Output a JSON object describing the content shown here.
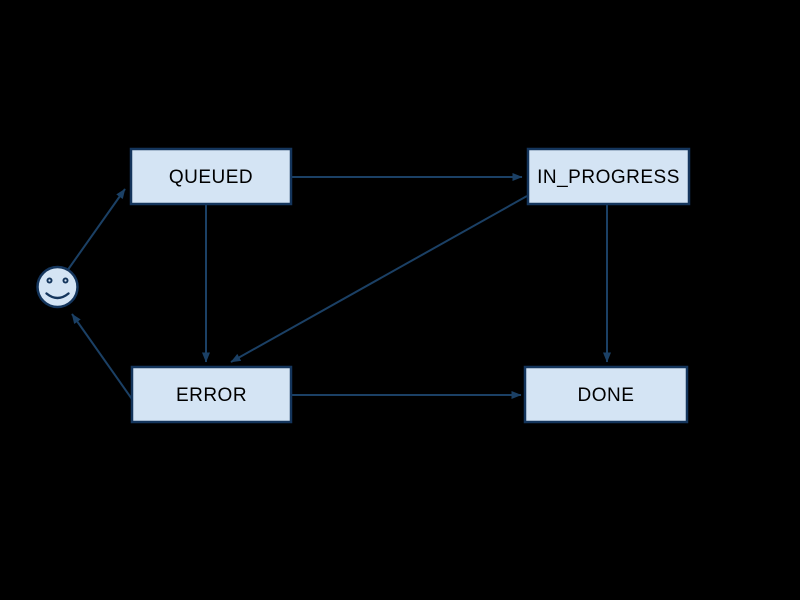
{
  "diagram": {
    "type": "state-machine",
    "nodes": [
      {
        "id": "start",
        "shape": "smiley-face",
        "label": ""
      },
      {
        "id": "queued",
        "shape": "rect",
        "label": "QUEUED"
      },
      {
        "id": "in_progress",
        "shape": "rect",
        "label": "IN_PROGRESS"
      },
      {
        "id": "error",
        "shape": "rect",
        "label": "ERROR"
      },
      {
        "id": "done",
        "shape": "rect",
        "label": "DONE"
      }
    ],
    "edges": [
      {
        "from": "start",
        "to": "queued"
      },
      {
        "from": "queued",
        "to": "in_progress"
      },
      {
        "from": "queued",
        "to": "error"
      },
      {
        "from": "in_progress",
        "to": "error"
      },
      {
        "from": "in_progress",
        "to": "done"
      },
      {
        "from": "error",
        "to": "done"
      },
      {
        "from": "error",
        "to": "start"
      }
    ]
  },
  "colors": {
    "background": "#000000",
    "node_fill": "#d4e4f4",
    "node_stroke": "#14355c",
    "edge_stroke": "#1b4065",
    "node_text": "#000000"
  }
}
